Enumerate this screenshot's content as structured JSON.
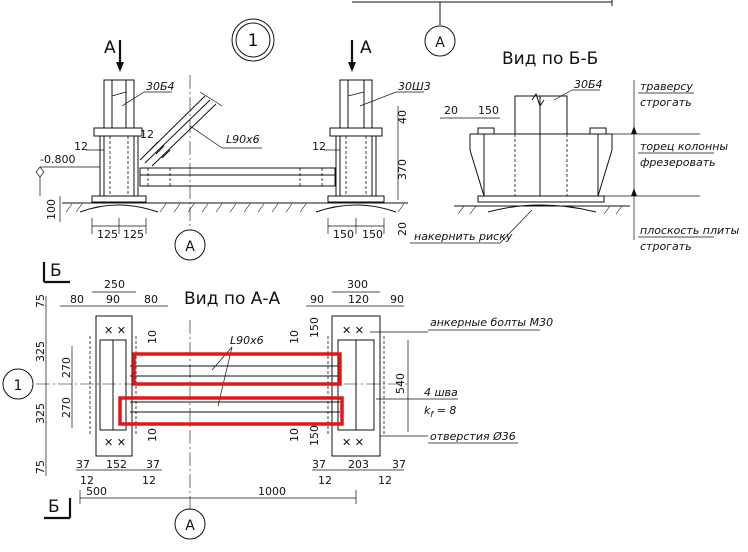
{
  "markers": {
    "axis_1": "1",
    "axis_a": "A",
    "section_a": "A",
    "section_b": "Б"
  },
  "views": {
    "view_bb": "Вид по Б-Б",
    "view_aa": "Вид по А-А"
  },
  "profiles": {
    "left_column": "30Б4",
    "right_column": "30Ш3",
    "bb_column": "30Б4",
    "angle_top": "L90x6",
    "angle_plan": "L90x6"
  },
  "elevation": "-0.800",
  "notes": {
    "mark_line": "накернить риску",
    "traverse": "траверсу",
    "plane_traverse": "строгать",
    "column_end": "торец колонны",
    "mill": "фрезеровать",
    "plate_plane": "плоскость плиты",
    "plane_plate": "строгать",
    "anchor_bolts": "анкерные болты М30",
    "welds_1": "4 шва",
    "welds_2": "k",
    "welds_sub": "f",
    "welds_3": " = 8",
    "holes": "отверстия Ø36"
  },
  "dims": {
    "top": {
      "d12a": "12",
      "d12b": "12",
      "d12c": "12",
      "d100": "100",
      "d125a": "125",
      "d125b": "125",
      "d40": "40",
      "d370": "370",
      "d150a": "150",
      "d150b": "150",
      "d20": "20"
    },
    "bb": {
      "d20": "20",
      "d150": "150"
    },
    "plan": {
      "d250": "250",
      "d80a": "80",
      "d90a": "90",
      "d80b": "80",
      "d300": "300",
      "d90b": "90",
      "d120": "120",
      "d90c": "90",
      "d75a": "75",
      "d325a": "325",
      "d270a": "270",
      "d270b": "270",
      "d325b": "325",
      "d75b": "75",
      "d10a": "10",
      "d10b": "10",
      "d150a": "150",
      "d10c": "10",
      "d10d": "10",
      "d150b": "150",
      "d540": "540",
      "d37a": "37",
      "d152": "152",
      "d37b": "37",
      "d37c": "37",
      "d203": "203",
      "d37d": "37",
      "d12a": "12",
      "d12b": "12",
      "d12c": "12",
      "d12d": "12",
      "d500": "500",
      "d1000": "1000"
    }
  },
  "colors": {
    "ink": "#111111",
    "highlight": "#e01818",
    "background": "#ffffff"
  }
}
